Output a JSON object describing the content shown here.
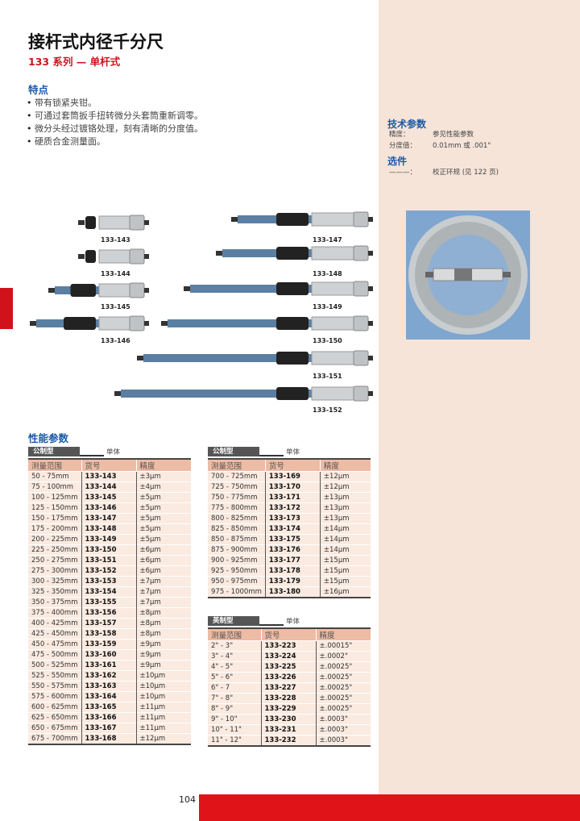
{
  "title": "接杆式内径千分尺",
  "subtitle": "133 系列 — 单杆式",
  "features": {
    "heading": "特点",
    "items": [
      "带有锁紧夹钳。",
      "可通过套筒扳手扭转微分头套筒重新调零。",
      "微分头经过镀铬处理，刻有清晰的分度值。",
      "硬质合金测量面。"
    ]
  },
  "specs": {
    "heading": "技术参数",
    "rows": [
      {
        "k": "精度：",
        "v": "参见性能参数"
      },
      {
        "k": "分度值：",
        "v": "0.01mm 或 .001\""
      }
    ]
  },
  "options": {
    "heading": "选件",
    "k": "———：",
    "v": "校正环规 (见 122 页)"
  },
  "products": [
    "133-143",
    "133-144",
    "133-145",
    "133-146",
    "133-147",
    "133-148",
    "133-149",
    "133-150",
    "133-151",
    "133-152"
  ],
  "performance": {
    "heading": "性能参数",
    "headers": [
      "测量范围",
      "货号",
      "精度"
    ],
    "metric_tag": "公制型",
    "imperial_tag": "英制型",
    "unit_type": "单体",
    "metric1": [
      [
        "50 - 75mm",
        "133-143",
        "±3μm"
      ],
      [
        "75 - 100mm",
        "133-144",
        "±4μm"
      ],
      [
        "100 - 125mm",
        "133-145",
        "±5μm"
      ],
      [
        "125 - 150mm",
        "133-146",
        "±5μm"
      ],
      [
        "150 - 175mm",
        "133-147",
        "±5μm"
      ],
      [
        "175 - 200mm",
        "133-148",
        "±5μm"
      ],
      [
        "200 - 225mm",
        "133-149",
        "±5μm"
      ],
      [
        "225 - 250mm",
        "133-150",
        "±6μm"
      ],
      [
        "250 - 275mm",
        "133-151",
        "±6μm"
      ],
      [
        "275 - 300mm",
        "133-152",
        "±6μm"
      ],
      [
        "300 - 325mm",
        "133-153",
        "±7μm"
      ],
      [
        "325 - 350mm",
        "133-154",
        "±7μm"
      ],
      [
        "350 - 375mm",
        "133-155",
        "±7μm"
      ],
      [
        "375 - 400mm",
        "133-156",
        "±8μm"
      ],
      [
        "400 - 425mm",
        "133-157",
        "±8μm"
      ],
      [
        "425 - 450mm",
        "133-158",
        "±8μm"
      ],
      [
        "450 - 475mm",
        "133-159",
        "±9μm"
      ],
      [
        "475 - 500mm",
        "133-160",
        "±9μm"
      ],
      [
        "500 - 525mm",
        "133-161",
        "±9μm"
      ],
      [
        "525 - 550mm",
        "133-162",
        "±10μm"
      ],
      [
        "550 - 575mm",
        "133-163",
        "±10μm"
      ],
      [
        "575 - 600mm",
        "133-164",
        "±10μm"
      ],
      [
        "600 - 625mm",
        "133-165",
        "±11μm"
      ],
      [
        "625 - 650mm",
        "133-166",
        "±11μm"
      ],
      [
        "650 - 675mm",
        "133-167",
        "±11μm"
      ],
      [
        "675 - 700mm",
        "133-168",
        "±12μm"
      ]
    ],
    "metric2": [
      [
        "700 - 725mm",
        "133-169",
        "±12μm"
      ],
      [
        "725 - 750mm",
        "133-170",
        "±12μm"
      ],
      [
        "750 - 775mm",
        "133-171",
        "±13μm"
      ],
      [
        "775 - 800mm",
        "133-172",
        "±13μm"
      ],
      [
        "800 - 825mm",
        "133-173",
        "±13μm"
      ],
      [
        "825 - 850mm",
        "133-174",
        "±14μm"
      ],
      [
        "850 - 875mm",
        "133-175",
        "±14μm"
      ],
      [
        "875 - 900mm",
        "133-176",
        "±14μm"
      ],
      [
        "900 - 925mm",
        "133-177",
        "±15μm"
      ],
      [
        "925 - 950mm",
        "133-178",
        "±15μm"
      ],
      [
        "950 - 975mm",
        "133-179",
        "±15μm"
      ],
      [
        "975 - 1000mm",
        "133-180",
        "±16μm"
      ]
    ],
    "imperial": [
      [
        "2\" - 3\"",
        "133-223",
        "±.00015\""
      ],
      [
        "3\" - 4\"",
        "133-224",
        "±.0002\""
      ],
      [
        "4\" - 5\"",
        "133-225",
        "±.00025\""
      ],
      [
        "5\" - 6\"",
        "133-226",
        "±.00025\""
      ],
      [
        "6\" - 7",
        "133-227",
        "±.00025\""
      ],
      [
        "7\" - 8\"",
        "133-228",
        "±.00025\""
      ],
      [
        "8\" - 9\"",
        "133-229",
        "±.00025\""
      ],
      [
        "9\" - 10\"",
        "133-230",
        "±.0003\""
      ],
      [
        "10\" - 11\"",
        "133-231",
        "±.0003\""
      ],
      [
        "11\" - 12\"",
        "133-232",
        "±.0003\""
      ]
    ]
  },
  "page_number": "104",
  "colors": {
    "accent_red": "#d0121b",
    "heading_blue": "#1a5aa8",
    "panel": "#f6e4d9"
  }
}
